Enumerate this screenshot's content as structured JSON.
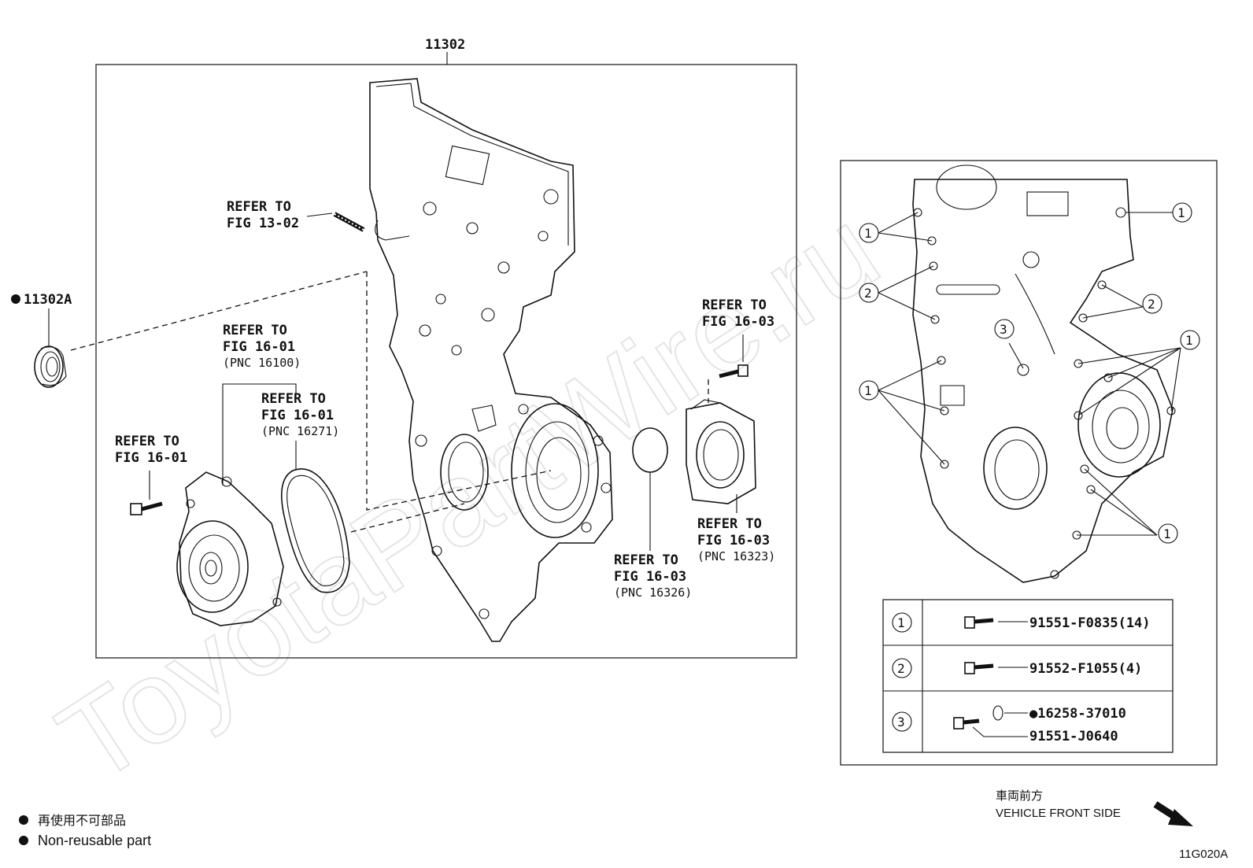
{
  "watermark": "ToyotaPartWire.ru",
  "main_assembly": {
    "part_number": "11302",
    "oil_seal": "11302A"
  },
  "callouts": {
    "fig_13_02": {
      "line1": "REFER TO",
      "line2": "FIG 13-02"
    },
    "fig_16_01_pnc16100": {
      "line1": "REFER TO",
      "line2": "FIG 16-01",
      "line3": "(PNC 16100)"
    },
    "fig_16_01_pnc16271": {
      "line1": "REFER TO",
      "line2": "FIG 16-01",
      "line3": "(PNC 16271)"
    },
    "fig_16_01_bolt": {
      "line1": "REFER TO",
      "line2": "FIG 16-01"
    },
    "fig_16_03_bolt": {
      "line1": "REFER TO",
      "line2": "FIG 16-03"
    },
    "fig_16_03_pnc16323": {
      "line1": "REFER TO",
      "line2": "FIG 16-03",
      "line3": "(PNC 16323)"
    },
    "fig_16_03_pnc16326": {
      "line1": "REFER TO",
      "line2": "FIG 16-03",
      "line3": "(PNC 16326)"
    }
  },
  "bolt_markers": {
    "m1": "1",
    "m2": "2",
    "m3": "3"
  },
  "bolt_table": {
    "rows": [
      {
        "marker": "1",
        "part": "91551-F0835(14)"
      },
      {
        "marker": "2",
        "part": "91552-F1055(4)"
      },
      {
        "marker": "3",
        "part": "●16258-37010",
        "part2": "91551-J0640"
      }
    ]
  },
  "legend": {
    "jp": "再使用不可部品",
    "en": "Non-reusable part"
  },
  "direction": {
    "jp": "車両前方",
    "en": "VEHICLE FRONT SIDE"
  },
  "figure_code": "11G020A"
}
